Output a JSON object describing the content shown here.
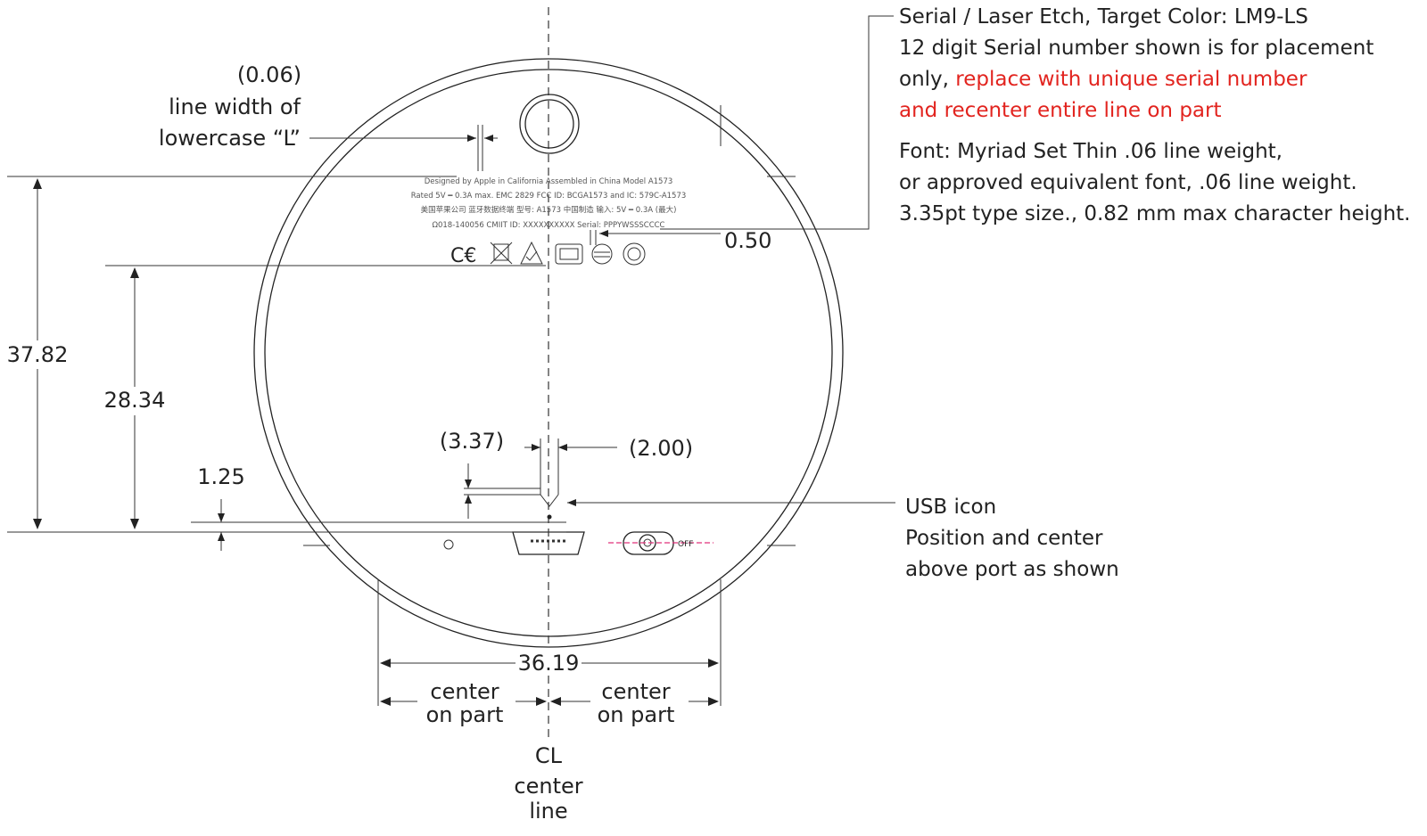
{
  "dimensions": {
    "left_small": "(0.06)",
    "line_width_1": "line width of",
    "line_width_2": "lowercase “L”",
    "overall_height": "37.82",
    "logo_height": "28.34",
    "icon_offset": "1.25",
    "usb_icon_height": "(3.37)",
    "usb_icon_width": "(2.00)",
    "serial_gap": "0.50",
    "width": "36.19"
  },
  "callouts": {
    "serial_line1": "Serial / Laser Etch, Target Color: LM9-LS",
    "serial_line2": "12 digit Serial number shown is for placement",
    "serial_line3a": "only, ",
    "serial_line3b": "replace with unique serial number",
    "serial_line4": "and recenter entire line on part",
    "font_line1": "Font: Myriad Set Thin .06 line weight,",
    "font_line2": "or approved equivalent font, .06 line weight.",
    "font_line3": "3.35pt type size., 0.82 mm max character height.",
    "usb_line1": "USB icon",
    "usb_line2": "Position and center",
    "usb_line3": "above port as shown"
  },
  "etched_text": {
    "line1": "Designed by Apple in California  Assembled in China  Model A1573",
    "line2": "Rated 5V ━ 0.3A max.  EMC 2829  FCC ID: BCGA1573 and IC: 579C-A1573",
    "line3": "美国苹果公司  蓝牙数据终端  型号: A1573  中国制造  输入: 5V ━ 0.3A (最大)",
    "line4": "Ω018-140056  CMIIT ID: XXXXXXXXXX  Serial: PPPYWSSSCCCC"
  },
  "bottom_labels": {
    "center_left_1": "center",
    "center_left_2": "on part",
    "center_right_1": "center",
    "center_right_2": "on part",
    "cl_symbol": "CL",
    "center_line_1": "center",
    "center_line_2": "line",
    "switch_label": "OFF"
  },
  "colors": {
    "line": "#222222",
    "accent_red": "#e2241f",
    "switch_magenta": "#e0307a"
  }
}
